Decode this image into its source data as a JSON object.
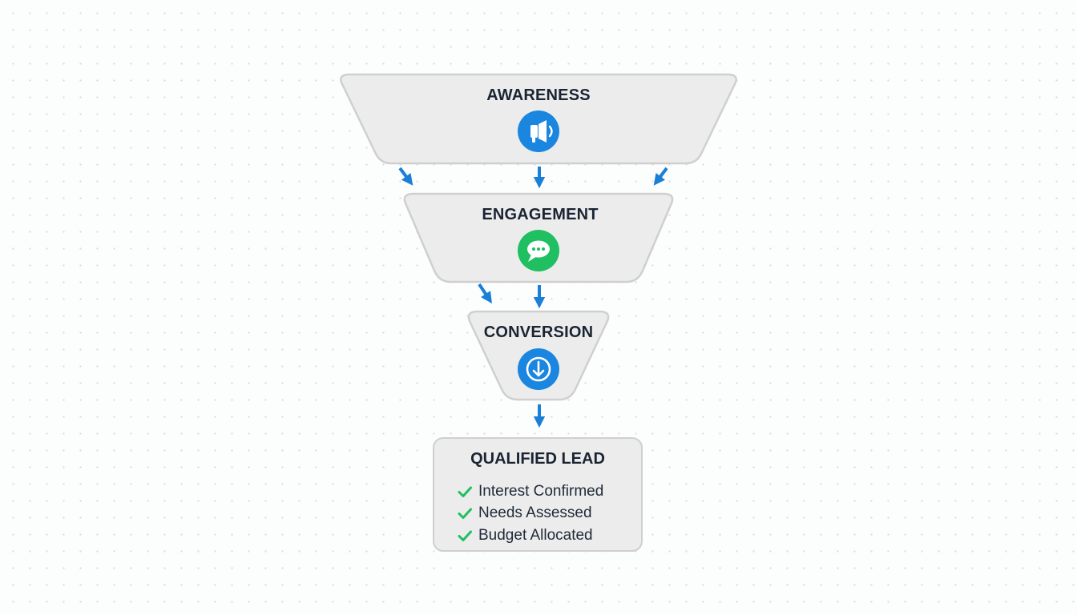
{
  "stages": [
    {
      "title": "AWARENESS",
      "icon": "megaphone-icon",
      "icon_color": "#1a86e0"
    },
    {
      "title": "ENGAGEMENT",
      "icon": "chat-bubble-icon",
      "icon_color": "#1fbf62"
    },
    {
      "title": "CONVERSION",
      "icon": "download-arrow-icon",
      "icon_color": "#1a86e0"
    }
  ],
  "qualified_lead": {
    "title": "QUALIFIED LEAD",
    "criteria": [
      "Interest Confirmed",
      "Needs Assessed",
      "Budget Allocated"
    ],
    "check_color": "#1fbf62"
  },
  "colors": {
    "arrow": "#1a7fd6",
    "stage_fill": "#ececec",
    "stage_border": "#cfcfcf",
    "title_text": "#1a2433"
  }
}
